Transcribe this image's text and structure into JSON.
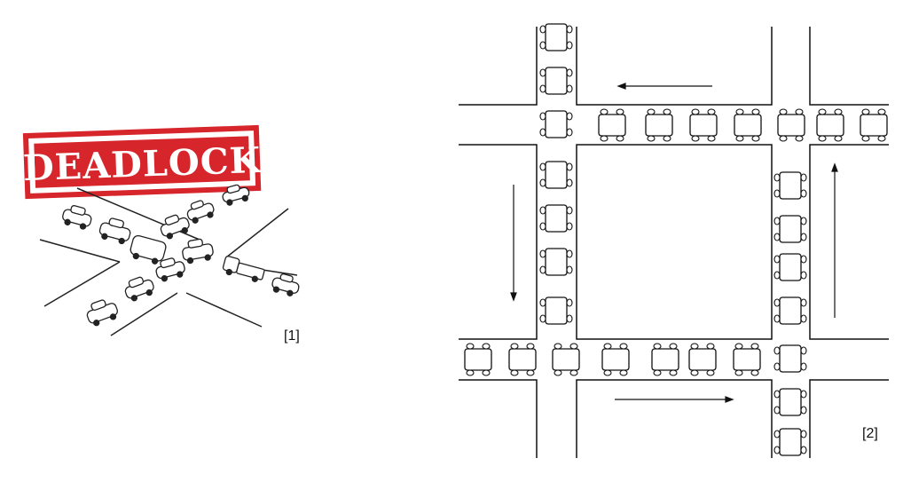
{
  "stamp": {
    "text": "DEADLOCK",
    "color": "#d7262b"
  },
  "figure1": {
    "caption": "[1]"
  },
  "figure2": {
    "caption": "[2]"
  }
}
